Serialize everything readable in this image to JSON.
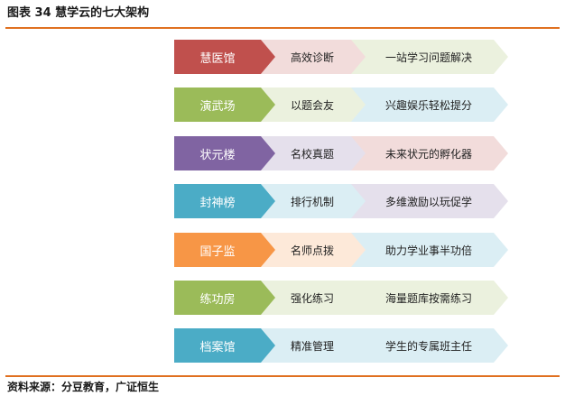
{
  "title": "图表 34  慧学云的七大架构",
  "source": "资料来源：分豆教育，广证恒生",
  "rows": [
    {
      "name": "慧医馆",
      "col2": "高效诊断",
      "col3": "一站学习问题解决",
      "color": "#c0504d",
      "light": "#f2dcdb",
      "pale": "#ebf1de"
    },
    {
      "name": "演武场",
      "col2": "以题会友",
      "col3": "兴趣娱乐轻松提分",
      "color": "#9bbb59",
      "light": "#ebf1de",
      "pale": "#dbeef4"
    },
    {
      "name": "状元楼",
      "col2": "名校真题",
      "col3": "未来状元的孵化器",
      "color": "#8064a2",
      "light": "#e5e0ec",
      "pale": "#f2dcdb"
    },
    {
      "name": "封神榜",
      "col2": "排行机制",
      "col3": "多维激励以玩促学",
      "color": "#4bacc6",
      "light": "#dbeef4",
      "pale": "#e5e0ec"
    },
    {
      "name": "国子监",
      "col2": "名师点拨",
      "col3": "助力学业事半功倍",
      "color": "#f79646",
      "light": "#fde9d9",
      "pale": "#dbeef4"
    },
    {
      "name": "练功房",
      "col2": "强化练习",
      "col3": "海量题库按需练习",
      "color": "#9bbb59",
      "light": "#ebf1de",
      "pale": "#ebf1de"
    },
    {
      "name": "档案馆",
      "col2": "精准管理",
      "col3": "学生的专属班主任",
      "color": "#4bacc6",
      "light": "#dbeef4",
      "pale": "#dbeef4"
    }
  ]
}
